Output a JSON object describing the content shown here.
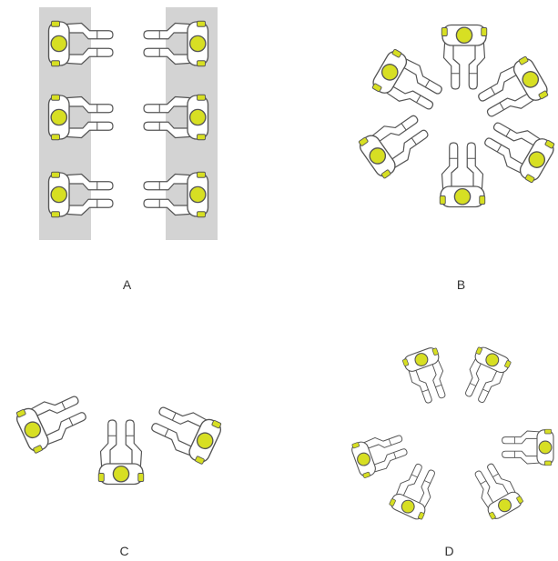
{
  "panels": {
    "a": {
      "label": "A"
    },
    "b": {
      "label": "B"
    },
    "c": {
      "label": "C"
    },
    "d": {
      "label": "D"
    }
  },
  "colors": {
    "accent": "#d7df23",
    "outline": "#555555",
    "table": "#d3d3d3",
    "body_fill": "#ffffff"
  },
  "icons": {
    "person": "seated-person-top-view-icon"
  }
}
